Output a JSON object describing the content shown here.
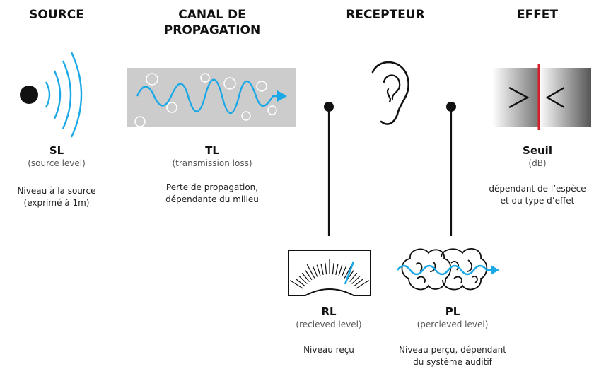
{
  "columns": {
    "source": {
      "title": "SOURCE",
      "abbr": "SL",
      "sub": "(source level)",
      "desc_line1": "Niveau à la source",
      "desc_line2": "(exprimé à 1m)"
    },
    "canal": {
      "title_line1": "CANAL DE",
      "title_line2": "PROPAGATION",
      "abbr": "TL",
      "sub": "(transmission loss)",
      "desc_line1": "Perte de propagation,",
      "desc_line2": "dépendante du milieu"
    },
    "recepteur": {
      "title": "RECEPTEUR"
    },
    "effet": {
      "title": "EFFET",
      "abbr": "Seuil",
      "sub": "(dB)",
      "desc_line1": "dépendant de l’espèce",
      "desc_line2": "et du type d’effet"
    },
    "rl": {
      "abbr": "RL",
      "sub": "(recieved level)",
      "desc": "Niveau reçu"
    },
    "pl": {
      "abbr": "PL",
      "sub": "(percieved level)",
      "desc_line1": "Niveau perçu, dépendant",
      "desc_line2": "du système auditif"
    }
  },
  "colors": {
    "accent_blue": "#1ba8e6",
    "threshold_red": "#d4202a",
    "channel_gray": "#cccccc"
  },
  "icons": [
    "source-dot-icon",
    "sound-waves-icon",
    "propagation-channel-icon",
    "ear-icon",
    "threshold-gradient-icon",
    "meter-gauge-icon",
    "brain-icon"
  ]
}
